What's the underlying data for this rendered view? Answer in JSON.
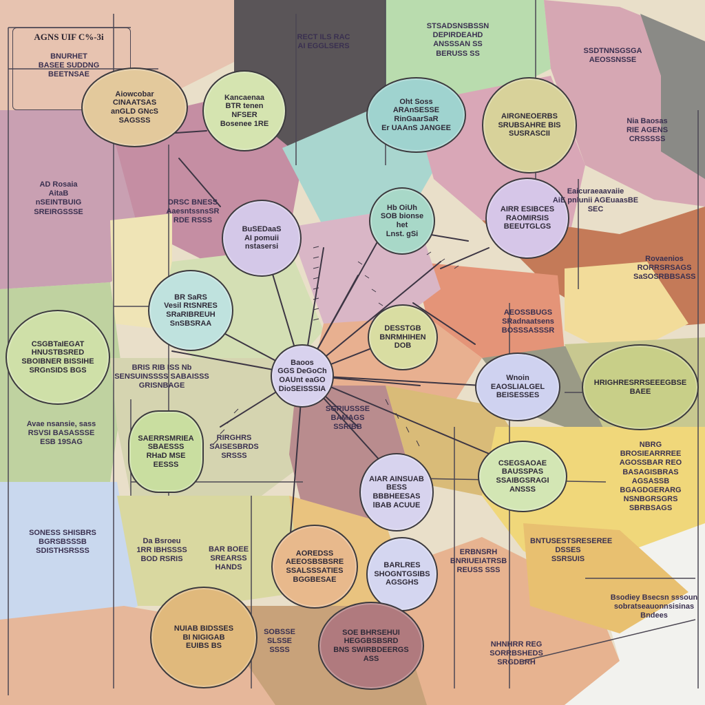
{
  "title": "AGNS UIF C%-3i",
  "header_tag": "RECT ILS RAC\nAI EGGLSERS",
  "nodes": [
    {
      "id": "n01",
      "text": "Aiowcobar\nCINAATSAS\nanGLD GNcS\nSAGSSS",
      "color": "#e3c99c"
    },
    {
      "id": "n02",
      "text": "Kancaenaa\nBTR tenen\nNFSER\nBosenee 1RE",
      "color": "#d5e4b0"
    },
    {
      "id": "n03",
      "text": "Oht Soss\nARAnSESSE\nRinGaarSaR\nEr UAAnS JANGEE",
      "color": "#9fd3cf"
    },
    {
      "id": "n04",
      "text": "AIRGNEOERBS\nSRUBSAHRE BIS\nSUSRASCII",
      "color": "#d8d29a"
    },
    {
      "id": "n05",
      "text": "BuSEDaaS\nAI pomuii\nnstasersi",
      "color": "#d4c8e8"
    },
    {
      "id": "n06",
      "text": "Hb OiUh\nSOB bionse het\nLnst. gSi",
      "color": "#a8d8c8"
    },
    {
      "id": "n07",
      "text": "AIRR ESIBCES\nRAOMIRSIS\nBEEUTGLGS",
      "color": "#d6c6e8"
    },
    {
      "id": "n08",
      "text": "BR SaRS\nVesil RtSNRES\nSRaRIBREUH\nSnSBSRAA",
      "color": "#bfe2de"
    },
    {
      "id": "n09",
      "text": "DESSTGB\nBNRMHIHEN DOB",
      "color": "#d9dda2"
    },
    {
      "id": "n10",
      "text": "Baoos\nGGS DeGoCh\nOAUnt eaGO\nDioSEISSSIA",
      "color": "#d8d2ee"
    },
    {
      "id": "n11",
      "text": "CSGBTaIEGAT HNUSTBSRED\nSBOIBNER BISSIHE\nSRGnSIDS BGS",
      "color": "#cfe0a8"
    },
    {
      "id": "n12",
      "text": "Wnoin\nEAOSLIALGEL\nBEISESSES",
      "color": "#cfd2f0"
    },
    {
      "id": "n13",
      "text": "HRIGHRESRRSEEEGBSE BAEE",
      "color": "#c8cf88"
    },
    {
      "id": "n14",
      "text": "SAERRSMRIEA\nSBAESSS\nRHaD MSE EESSS",
      "color": "#c9dea0"
    },
    {
      "id": "n15",
      "text": "AIAR AINSUAB\nBESS BBBHEESAS\nlBAB ACUUE",
      "color": "#d7d3ee"
    },
    {
      "id": "n16",
      "text": "CSEGSAOAE\nBAUSSPAS\nSSAIBGSRAGI\nANSSS",
      "color": "#d3e6b4"
    },
    {
      "id": "n17",
      "text": "AOREDSS\nAEEOSBSBSRE\nSSALSSSATIES\nBGGBESAE",
      "color": "#e8b98c"
    },
    {
      "id": "n18",
      "text": "BARLRES\nSHOGNTGSIBS\nAGSGHS",
      "color": "#d4d6f0"
    },
    {
      "id": "n19",
      "text": "NUIAB BIDSSES\nBI NIGIGAB\nEUIBS  BS",
      "color": "#e0b97c"
    },
    {
      "id": "n20",
      "text": "SOE BHRSEHUI\nHEGGBSBSRD\nBNS SWIRBDEERGS\nASS",
      "color": "#b07a7e"
    }
  ],
  "labels": [
    {
      "id": "l01",
      "text": "BNURHET\nBASEE SUDDNG\nBEETNSAE"
    },
    {
      "id": "l02",
      "text": "STSADSNSBSSN\nDEPIRDEAHD\nANSSSAN SS\nBERUSS SS"
    },
    {
      "id": "l03",
      "text": "SSDTNNSGSGA\nAEOSSNSSE"
    },
    {
      "id": "l04",
      "text": "Nia Baosas\nRIE AGENS\nCRSSSSS"
    },
    {
      "id": "l05",
      "text": "AD Rosaia\nAitaB\nnSEINTBUIG\nSREIRGSSSE"
    },
    {
      "id": "l06",
      "text": "DRSC BNESS\nAaesntssnsSR\nRDE RSSS"
    },
    {
      "id": "l07",
      "text": "Rovaenios\nRORRSRSAGS\nSaSOSRBBSASS"
    },
    {
      "id": "l08",
      "text": "Eaicuraeaavaiie\nAiE pnlunii AGEuaasBE\nSEC"
    },
    {
      "id": "l09",
      "text": "AEOSSBUGS\nSRadnaatsens\nBOSSSASSSR"
    },
    {
      "id": "l10",
      "text": "BRIS RIB ISS Nb\nSENSUINSSSS SABAISSS\nGRISNBAGE"
    },
    {
      "id": "l11",
      "text": "Avae nsansie, sass\nRSVSI BASASSSE\nESB 19SAG"
    },
    {
      "id": "l12",
      "text": "RIRGHRS\nSAISESBRDS\nSRSSS"
    },
    {
      "id": "l13",
      "text": "SONESS SHISBRS\nBGRSBSSSB\nSDISTHSRSSS"
    },
    {
      "id": "l14",
      "text": "Da Bsroeu\n1RR IBHSSSS\nBOD RSRIS"
    },
    {
      "id": "l15",
      "text": "BAR BOEE\nSREARSS\nHANDS"
    },
    {
      "id": "l16",
      "text": "Bsodiey Bsecsn sssoun\nsobratseauonnsisinas\nBndees"
    },
    {
      "id": "l17",
      "text": "NBRG\nBROSIEARRREE\nAGOSSBAR REO\nBASAGISBRAS\nAGSASSB\nBGAGDGERARG\nNSNBGRSGRS\nSBRBSAGS"
    },
    {
      "id": "l18",
      "text": "ERBNSRH\nBNRIUEIATRSB\nREUSS SSS"
    },
    {
      "id": "l19",
      "text": "BNTUSESTSRESEREE\nDSSES\nSSRSUIS"
    },
    {
      "id": "l20",
      "text": "NHNHRR REG\nSORRBSHEDS\nSRGDBRH"
    },
    {
      "id": "l21",
      "text": "SOBSSE\nSLSSE\nSSSS"
    },
    {
      "id": "l22",
      "text": "SGRIUSSSE\nBAMAGS\nSSRIBB"
    }
  ],
  "colors": {
    "ink": "#3c3a3e",
    "text": "#2f2a38"
  }
}
